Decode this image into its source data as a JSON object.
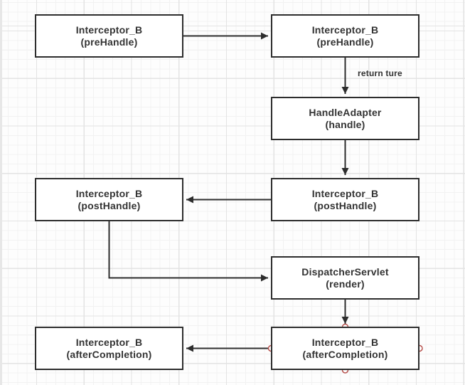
{
  "diagram": {
    "nodes": [
      {
        "id": "prehandle-left",
        "line1": "Interceptor_B",
        "line2": "(preHandle)"
      },
      {
        "id": "prehandle-right",
        "line1": "Interceptor_B",
        "line2": "(preHandle)"
      },
      {
        "id": "handle-adapter",
        "line1": "HandleAdapter",
        "line2": "(handle)"
      },
      {
        "id": "posthandle-right",
        "line1": "Interceptor_B",
        "line2": "(postHandle)"
      },
      {
        "id": "posthandle-left",
        "line1": "Interceptor_B",
        "line2": "(postHandle)"
      },
      {
        "id": "dispatcher-servlet",
        "line1": "DispatcherServlet",
        "line2": "(render)"
      },
      {
        "id": "aftercompletion-right",
        "line1": "Interceptor_B",
        "line2": "(afterCompletion)",
        "selected": true
      },
      {
        "id": "aftercompletion-left",
        "line1": "Interceptor_B",
        "line2": "(afterCompletion)"
      }
    ],
    "edge_labels": {
      "return_true": "return ture"
    },
    "colors": {
      "node_border": "#2d2d2d",
      "node_text": "#333333",
      "edge": "#2d2d2d",
      "port_outline": "#b85450",
      "grid_minor": "#f2f2f2",
      "grid_major": "#e3e3e3",
      "canvas_bg": "#fdfdfd"
    }
  }
}
